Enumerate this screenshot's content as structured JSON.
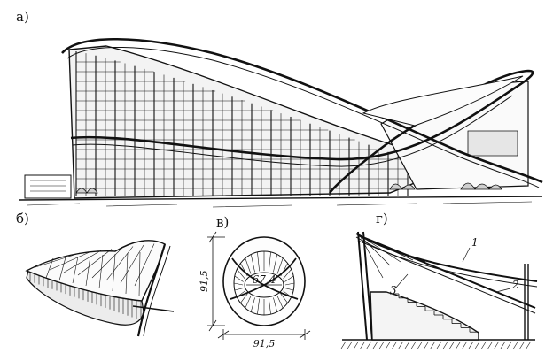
{
  "panels": {
    "a": {
      "label": "а)"
    },
    "b": {
      "label": "б)"
    },
    "v": {
      "label": "в)",
      "dim_inner": "67,4",
      "dim_height": "91,5",
      "dim_width": "91,5"
    },
    "g": {
      "label": "г)",
      "callouts": [
        "1",
        "2",
        "3"
      ]
    }
  },
  "colors": {
    "ink": "#111111",
    "paper": "#ffffff"
  }
}
